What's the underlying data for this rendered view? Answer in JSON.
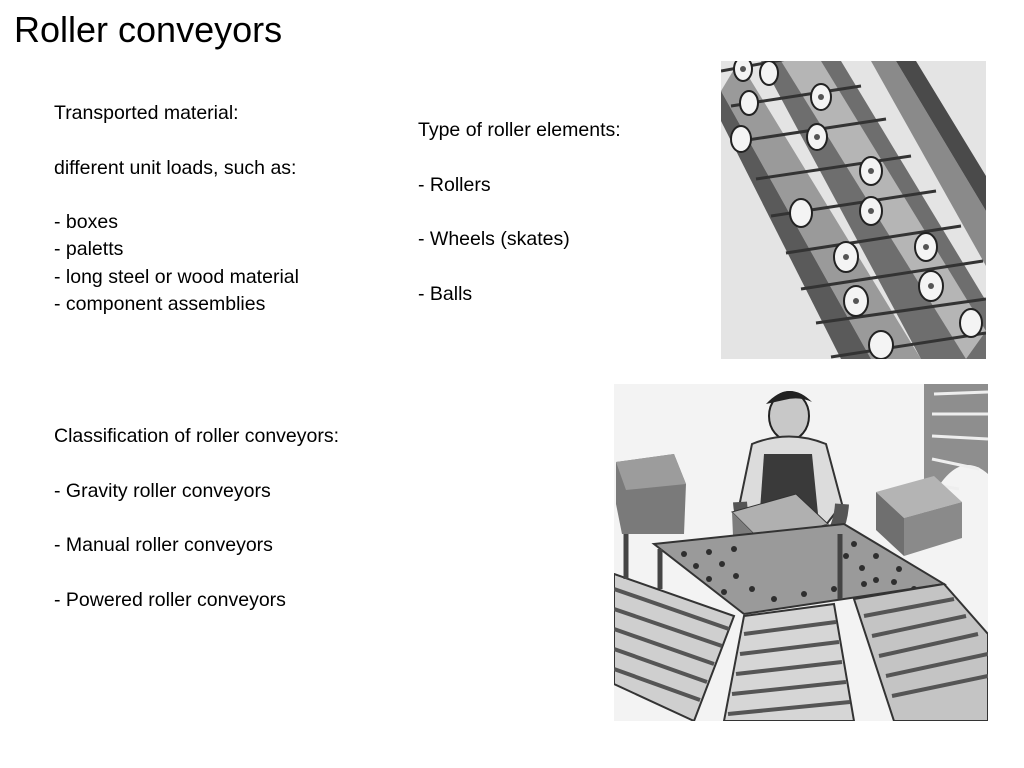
{
  "title": "Roller conveyors",
  "transported": {
    "heading": "Transported material:",
    "intro": "different unit loads, such as:",
    "items": [
      "- boxes",
      "- paletts",
      "- long steel or wood material",
      "- component assemblies"
    ]
  },
  "roller_types": {
    "heading": "Type of roller elements:",
    "items": [
      "- Rollers",
      "- Wheels (skates)",
      "- Balls"
    ]
  },
  "classification": {
    "heading": "Classification of roller conveyors:",
    "items": [
      "- Gravity roller conveyors",
      "- Manual roller conveyors",
      "- Powered roller conveyors"
    ]
  }
}
